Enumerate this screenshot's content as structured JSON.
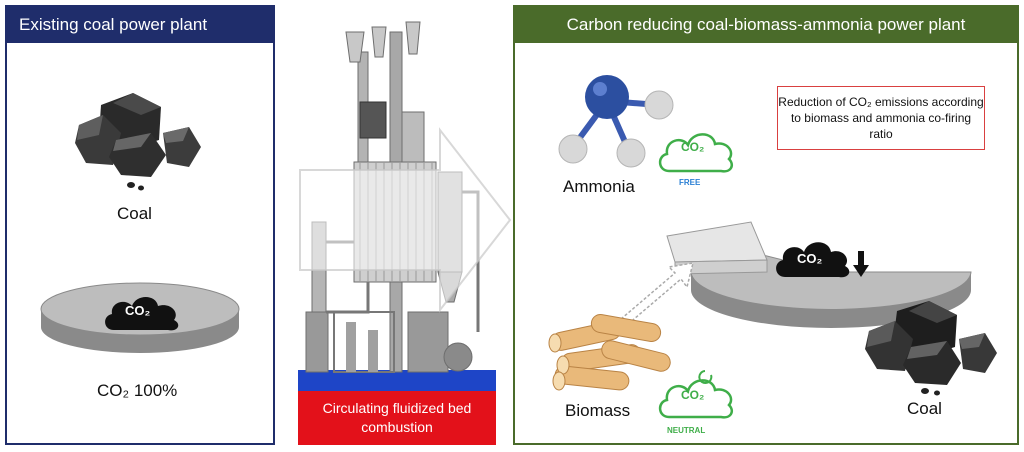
{
  "left_panel": {
    "title": "Existing coal power plant",
    "coal_label": "Coal",
    "co2_text": "CO₂",
    "co2_percent_label": "CO₂ 100%"
  },
  "middle": {
    "banner": "Circulating fluidized bed combustion"
  },
  "right_panel": {
    "title": "Carbon reducing coal-biomass-ammonia power plant",
    "reduction_note": "Reduction of CO₂ emissions according to biomass and ammonia co-firing ratio",
    "ammonia_label": "Ammonia",
    "biomass_label": "Biomass",
    "coal_label": "Coal",
    "co2_text": "CO₂",
    "free_tag": "FREE",
    "neutral_tag": "NEUTRAL"
  },
  "colors": {
    "left_accent": "#1f2d6b",
    "right_accent": "#4a6b2a",
    "banner_red": "#e3111a",
    "cloud_green": "#3fae49",
    "ammonia_nitrogen": "#2c4fa0"
  }
}
